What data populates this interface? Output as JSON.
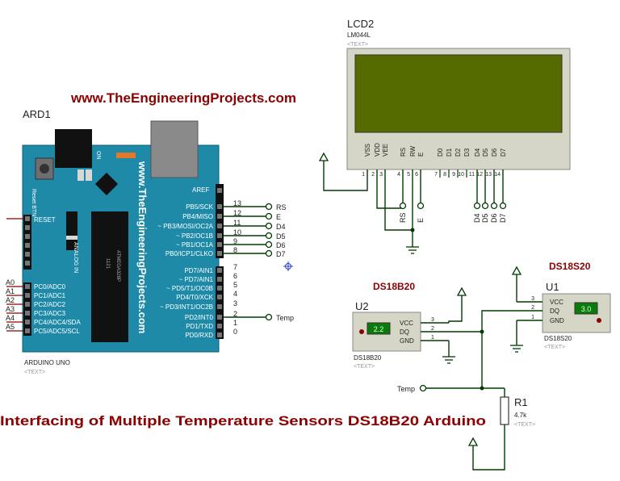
{
  "website_banner": "www.TheEngineeringProjects.com",
  "caption": "Interfacing of Multiple Temperature Sensors DS18B20 Arduino",
  "colors": {
    "wire": "#003b00",
    "board": "#1e8aa8",
    "caption": "#8b0000",
    "title_red": "#8b0000",
    "lcd_screen": "#556b00",
    "ds_display": "#0b7a0b"
  },
  "arduino": {
    "ref": "ARD1",
    "model": "ARDUINO UNO",
    "text_tag": "<TEXT>",
    "board_text": "www.TheEngineeringProjects.com",
    "reset_btn": "Reset BTN",
    "on_label": "ON",
    "aref": "AREF",
    "reset": "RESET",
    "analog_in": "ANALOG IN",
    "chip_label": "ATMEGA328P",
    "chip_id": "1121",
    "analog_pins": [
      {
        "pin": "A0",
        "fn": "PC0/ADC0"
      },
      {
        "pin": "A1",
        "fn": "PC1/ADC1"
      },
      {
        "pin": "A2",
        "fn": "PC2/ADC2"
      },
      {
        "pin": "A3",
        "fn": "PC3/ADC3"
      },
      {
        "pin": "A4",
        "fn": "PC4/ADC4/SDA"
      },
      {
        "pin": "A5",
        "fn": "PC5/ADC5/SCL"
      }
    ],
    "digital_pins_top": [
      {
        "num": "13",
        "fn": "PB5/SCK",
        "net": "RS"
      },
      {
        "num": "12",
        "fn": "PB4/MISO",
        "net": "E"
      },
      {
        "num": "11",
        "fn": "~ PB3/MOSI/OC2A",
        "net": "D4"
      },
      {
        "num": "10",
        "fn": "~ PB2/OC1B",
        "net": "D5"
      },
      {
        "num": "9",
        "fn": "~ PB1/OC1A",
        "net": "D6"
      },
      {
        "num": "8",
        "fn": "PB0/ICP1/CLKO",
        "net": "D7"
      }
    ],
    "digital_pins_bottom": [
      {
        "num": "7",
        "fn": "PD7/AIN1",
        "net": ""
      },
      {
        "num": "6",
        "fn": "~ PD7/AIN1",
        "net": ""
      },
      {
        "num": "5",
        "fn": "~ PD5/T1/OC0B",
        "net": ""
      },
      {
        "num": "4",
        "fn": "PD4/T0/XCK",
        "net": ""
      },
      {
        "num": "3",
        "fn": "~ PD3/INT1/OC2B",
        "net": ""
      },
      {
        "num": "2",
        "fn": "PD2/INT0",
        "net": "Temp"
      },
      {
        "num": "1",
        "fn": "PD1/TXD",
        "net": ""
      },
      {
        "num": "0",
        "fn": "PD0/RXD",
        "net": ""
      }
    ]
  },
  "lcd": {
    "ref": "LCD2",
    "model": "LM044L",
    "text_tag": "<TEXT>",
    "pins": [
      {
        "name": "VSS",
        "num": "1"
      },
      {
        "name": "VDD",
        "num": "2"
      },
      {
        "name": "VEE",
        "num": "3"
      },
      {
        "name": "RS",
        "num": "4"
      },
      {
        "name": "RW",
        "num": "5"
      },
      {
        "name": "E",
        "num": "6"
      },
      {
        "name": "D0",
        "num": "7"
      },
      {
        "name": "D1",
        "num": "8"
      },
      {
        "name": "D2",
        "num": "9"
      },
      {
        "name": "D3",
        "num": "10"
      },
      {
        "name": "D4",
        "num": "11"
      },
      {
        "name": "D5",
        "num": "12"
      },
      {
        "name": "D6",
        "num": "13"
      },
      {
        "name": "D7",
        "num": "14"
      }
    ],
    "net_labels": [
      "RS",
      "E",
      "D4",
      "D5",
      "D6",
      "D7"
    ]
  },
  "sensor_u2": {
    "title": "DS18B20",
    "ref": "U2",
    "model": "DS18B20",
    "text_tag": "<TEXT>",
    "display": "2.2",
    "pins": [
      {
        "name": "VCC",
        "num": "3"
      },
      {
        "name": "DQ",
        "num": "2"
      },
      {
        "name": "GND",
        "num": "1"
      }
    ]
  },
  "sensor_u1": {
    "title": "DS18S20",
    "ref": "U1",
    "model": "DS18S20",
    "text_tag": "<TEXT>",
    "display": "3.0",
    "pins": [
      {
        "name": "VCC",
        "num": "3"
      },
      {
        "name": "DQ",
        "num": "2"
      },
      {
        "name": "GND",
        "num": "1"
      }
    ]
  },
  "resistor": {
    "ref": "R1",
    "value": "4.7k",
    "text_tag": "<TEXT>"
  },
  "temp_terminal": "Temp"
}
